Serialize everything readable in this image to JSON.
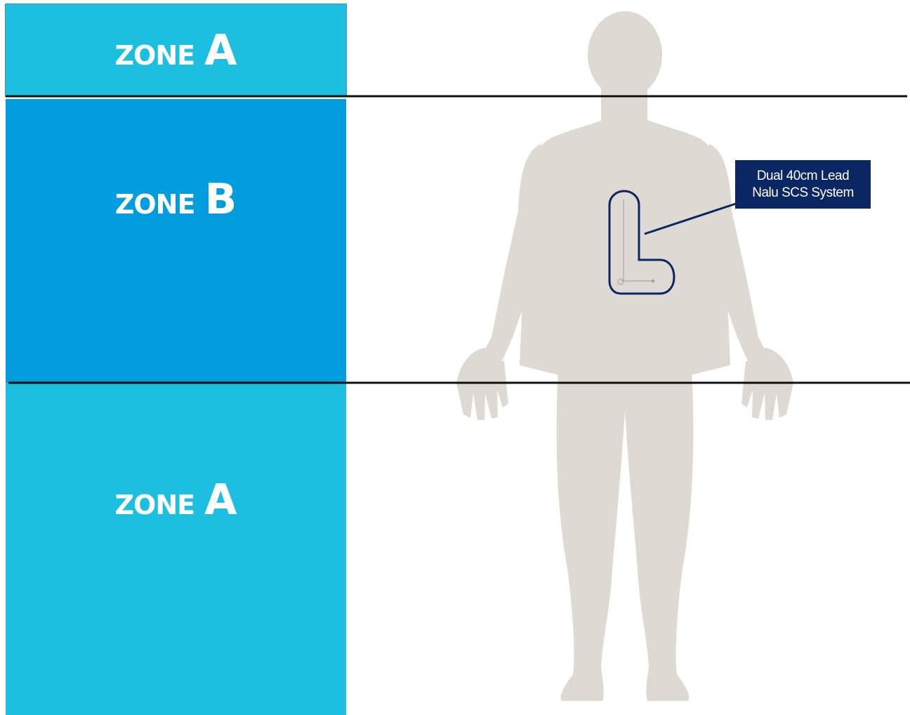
{
  "zones": [
    {
      "word": "ZONE",
      "letter": "A"
    },
    {
      "word": "ZONE",
      "letter": "B"
    },
    {
      "word": "ZONE",
      "letter": "A"
    }
  ],
  "callout": {
    "line1": "Dual 40cm Lead",
    "line2": "Nalu SCS System"
  },
  "colors": {
    "zone_a": "#1cbfdf",
    "zone_b": "#019ddf",
    "callout_bg": "#0a2763",
    "body_silhouette": "#dedad3",
    "divider_line": "#111111"
  }
}
